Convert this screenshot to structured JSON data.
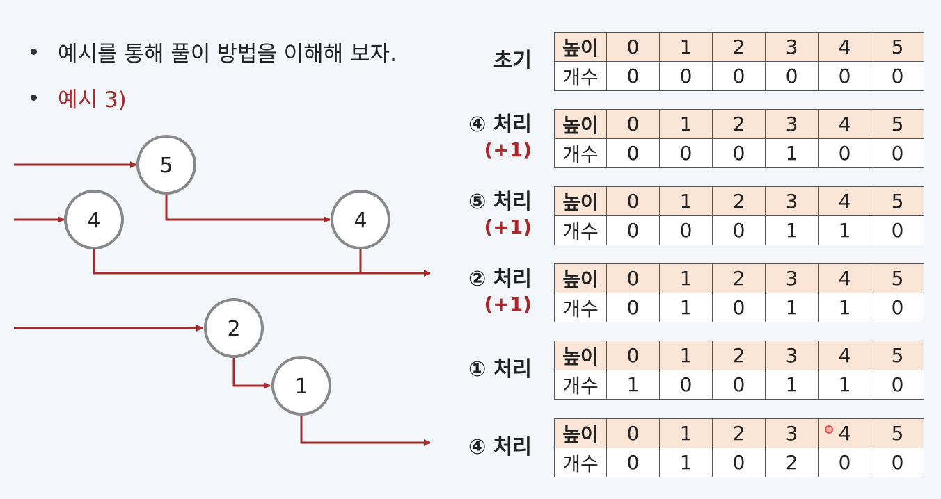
{
  "bullets": [
    {
      "text": "예시를 통해 풀이 방법을 이해해 보자.",
      "highlight": false
    },
    {
      "text": "예시 3)",
      "highlight": true
    }
  ],
  "diagram": {
    "colors": {
      "arrow": "#a82a2a",
      "node_stroke": "#888888",
      "node_fill": "#ffffff"
    },
    "nodes": [
      "5",
      "4",
      "4",
      "2",
      "1"
    ]
  },
  "table_header": {
    "row_height_label": "높이",
    "row_count_label": "개수",
    "heights": [
      "0",
      "1",
      "2",
      "3",
      "4",
      "5"
    ]
  },
  "steps": [
    {
      "label": "초기",
      "sub": "",
      "counts": [
        "0",
        "0",
        "0",
        "0",
        "0",
        "0"
      ]
    },
    {
      "label": "④ 처리",
      "sub": "(+1)",
      "counts": [
        "0",
        "0",
        "0",
        "1",
        "0",
        "0"
      ]
    },
    {
      "label": "⑤ 처리",
      "sub": "(+1)",
      "counts": [
        "0",
        "0",
        "0",
        "1",
        "1",
        "0"
      ]
    },
    {
      "label": "② 처리",
      "sub": "(+1)",
      "counts": [
        "0",
        "1",
        "0",
        "1",
        "1",
        "0"
      ]
    },
    {
      "label": "① 처리",
      "sub": "",
      "counts": [
        "1",
        "0",
        "0",
        "1",
        "1",
        "0"
      ]
    },
    {
      "label": "④ 처리",
      "sub": "",
      "counts": [
        "0",
        "1",
        "0",
        "2",
        "0",
        "0"
      ]
    }
  ]
}
